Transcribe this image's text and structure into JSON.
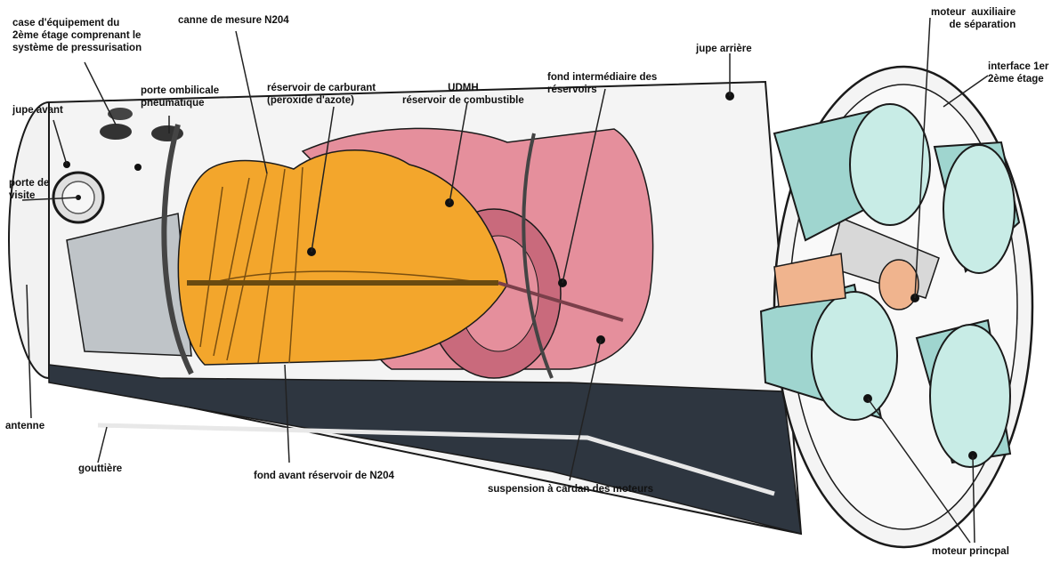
{
  "diagram": {
    "labels": {
      "case_equipement": "case d'équipement du\n2ème étage comprenant le\nsystème de pressurisation",
      "canne_mesure": "canne de mesure N204",
      "porte_ombilicale": "porte ombilicale\npneumatique",
      "jupe_avant": "jupe avant",
      "porte_visite": "porte de\nvisite",
      "reservoir_carburant": "réservoir de carburant\n(peroxide d'azote)",
      "udmh": "UDMH\nréservoir de combustible",
      "fond_intermediaire": "fond intermédiaire des\nréservoirs",
      "jupe_arriere": "jupe arrière",
      "moteur_auxiliaire": "moteur  auxiliaire\nde séparation",
      "interface": "interface 1er\n2ème étage",
      "antenne": "antenne",
      "gouttiere": "gouttière",
      "fond_avant": "fond avant réservoir de N204",
      "suspension": "suspension à cardan des moteurs",
      "moteur_principal": "moteur princpal"
    },
    "colors": {
      "oxidizer_tank": "#f3a62c",
      "fuel_tank": "#e58f9c",
      "nozzle": "#9fd5cf",
      "aux_nozzle": "#f0b48e",
      "outline": "#1a1a1a",
      "body_dark": "#2e3640"
    }
  }
}
